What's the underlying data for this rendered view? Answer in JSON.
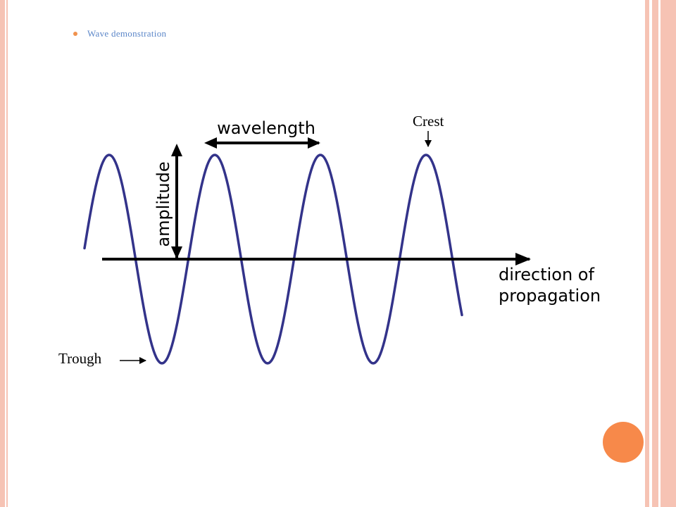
{
  "slide": {
    "bullet_text": "Wave demonstration",
    "accent_color": "#f7894a",
    "frame_color": "#f6c3b4",
    "bullet_text_color": "#5b86c8"
  },
  "diagram": {
    "wave_color": "#33338a",
    "labels": {
      "wavelength": "wavelength",
      "amplitude": "amplitude",
      "direction_line1": "direction of",
      "direction_line2": "propagation"
    },
    "annotations": {
      "crest": "Crest",
      "trough": "Trough"
    }
  }
}
